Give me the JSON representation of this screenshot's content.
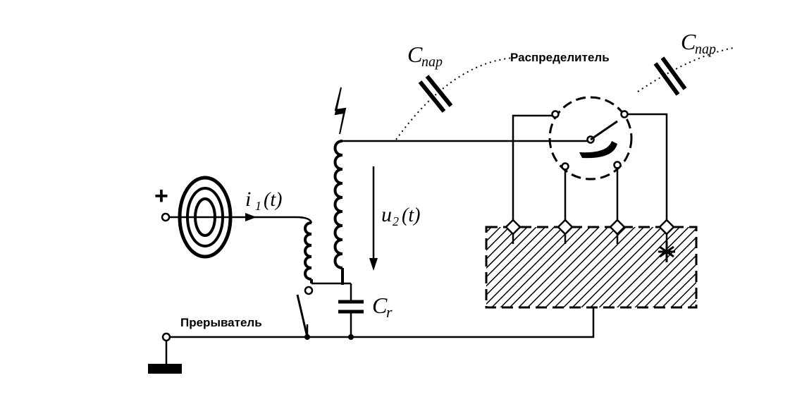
{
  "labels": {
    "plus": "+",
    "i1": "i",
    "i1_sub": "1",
    "i1_arg": "(t)",
    "u2": "u",
    "u2_sub": "2",
    "u2_arg": "(t)",
    "cr": "C",
    "cr_sub": "r",
    "cpar_left": "C",
    "cpar_left_sub": "пар",
    "cpar_right": "C",
    "cpar_right_sub": "пар",
    "distributor": "Распределитель",
    "breaker": "Прерыватель"
  },
  "colors": {
    "ink": "#000000",
    "background": "#ffffff"
  }
}
